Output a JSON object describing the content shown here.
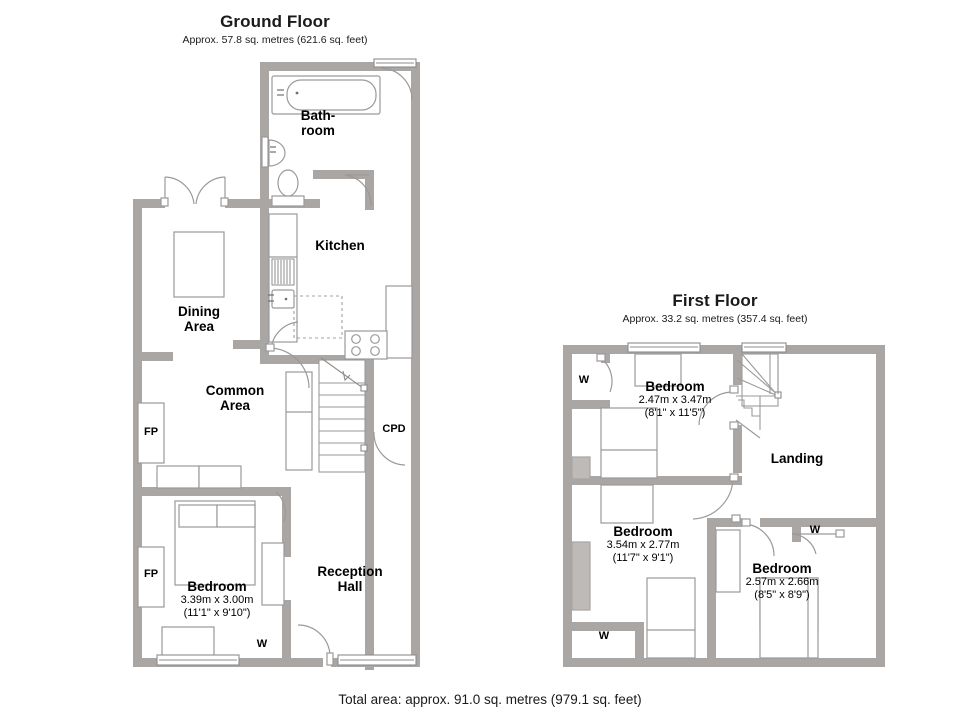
{
  "document": {
    "type": "floor-plan",
    "total_area_text": "Total area: approx. 91.0 sq. metres (979.1 sq. feet)"
  },
  "colors": {
    "wall": "#a9a6a4",
    "wall_dark": "#8f8b88",
    "fixture_stroke": "#9a9a9a",
    "text": "#000000",
    "background": "#ffffff"
  },
  "floors": [
    {
      "id": "ground-floor",
      "title": "Ground Floor",
      "subtitle": "Approx. 57.8 sq. metres (621.6 sq. feet)",
      "rooms": [
        {
          "id": "bathroom",
          "name": "Bath-\nroom",
          "line1": "Bath-",
          "line2": "room",
          "dims_metric": "",
          "dims_imperial": ""
        },
        {
          "id": "kitchen",
          "name": "Kitchen",
          "line1": "Kitchen",
          "line2": "",
          "dims_metric": "",
          "dims_imperial": ""
        },
        {
          "id": "dining-area",
          "name": "Dining Area",
          "line1": "Dining",
          "line2": "Area",
          "dims_metric": "",
          "dims_imperial": ""
        },
        {
          "id": "common-area",
          "name": "Common Area",
          "line1": "Common",
          "line2": "Area",
          "dims_metric": "",
          "dims_imperial": ""
        },
        {
          "id": "bedroom-gf",
          "name": "Bedroom",
          "line1": "Bedroom",
          "line2": "",
          "dims_metric": "3.39m x 3.00m",
          "dims_imperial": "(11'1\" x 9'10\")"
        },
        {
          "id": "reception-hall",
          "name": "Reception Hall",
          "line1": "Reception",
          "line2": "Hall",
          "dims_metric": "",
          "dims_imperial": ""
        }
      ],
      "tags": [
        {
          "id": "fp-upper",
          "label": "FP",
          "meaning": "fireplace"
        },
        {
          "id": "fp-lower",
          "label": "FP",
          "meaning": "fireplace"
        },
        {
          "id": "cpd",
          "label": "CPD",
          "meaning": "cupboard"
        },
        {
          "id": "w-gf",
          "label": "W",
          "meaning": "window"
        }
      ]
    },
    {
      "id": "first-floor",
      "title": "First Floor",
      "subtitle": "Approx. 33.2 sq. metres (357.4 sq. feet)",
      "rooms": [
        {
          "id": "bedroom-1",
          "name": "Bedroom",
          "line1": "Bedroom",
          "line2": "",
          "dims_metric": "2.47m x 3.47m",
          "dims_imperial": "(8'1\" x 11'5\")"
        },
        {
          "id": "bedroom-2",
          "name": "Bedroom",
          "line1": "Bedroom",
          "line2": "",
          "dims_metric": "3.54m x 2.77m",
          "dims_imperial": "(11'7\" x 9'1\")"
        },
        {
          "id": "bedroom-3",
          "name": "Bedroom",
          "line1": "Bedroom",
          "line2": "",
          "dims_metric": "2.57m x 2.66m",
          "dims_imperial": "(8'5\" x 8'9\")"
        },
        {
          "id": "landing",
          "name": "Landing",
          "line1": "Landing",
          "line2": "",
          "dims_metric": "",
          "dims_imperial": ""
        }
      ],
      "tags": [
        {
          "id": "w-ff-1",
          "label": "W",
          "meaning": "window"
        },
        {
          "id": "w-ff-2",
          "label": "W",
          "meaning": "window"
        },
        {
          "id": "w-ff-3",
          "label": "W",
          "meaning": "window"
        }
      ]
    }
  ]
}
